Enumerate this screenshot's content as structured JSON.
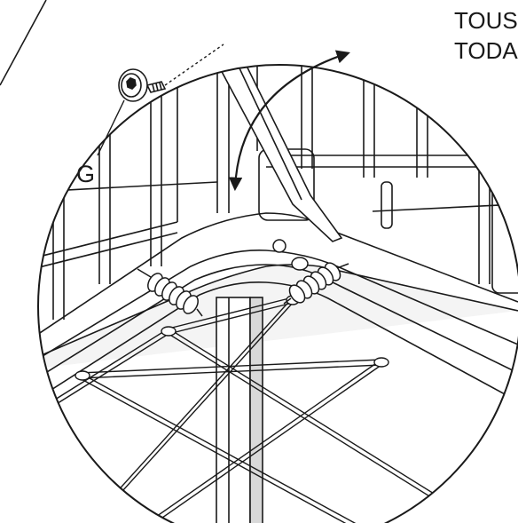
{
  "labels": {
    "part_letter": "G",
    "caption_line_1": "TOUS",
    "caption_line_2": "TODA"
  },
  "colors": {
    "ink": "#1a1a1a",
    "paper": "#ffffff",
    "frame_fill": "#f4f4f4",
    "shade": "#d9d9d9"
  },
  "icons": {
    "screw": "hex-socket-screw-icon",
    "rotation": "double-curved-arrow-icon",
    "spring": "coil-spring-icon"
  }
}
